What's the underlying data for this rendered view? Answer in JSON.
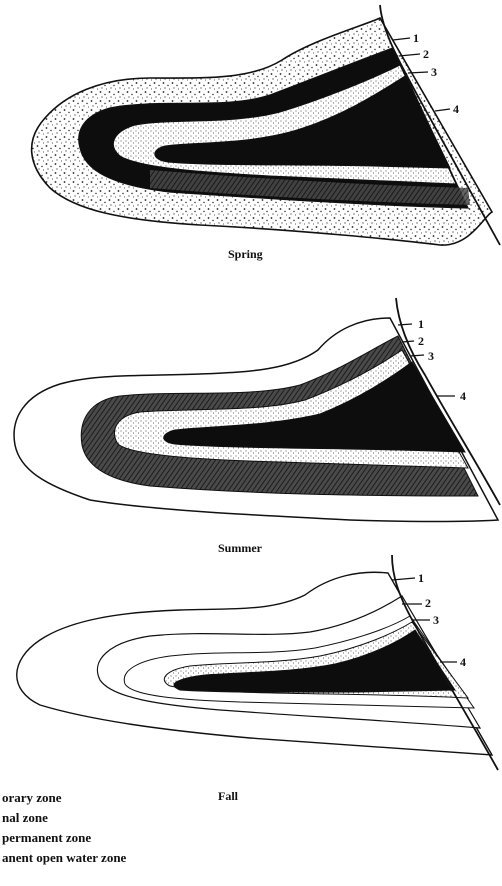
{
  "panels": [
    {
      "caption": "Spring",
      "zone_labels": [
        "1",
        "2",
        "3",
        "4"
      ]
    },
    {
      "caption": "Summer",
      "zone_labels": [
        "1",
        "2",
        "3",
        "4"
      ]
    },
    {
      "caption": "Fall",
      "zone_labels": [
        "1",
        "2",
        "3",
        "4"
      ]
    }
  ],
  "legend": [
    "orary zone",
    "nal zone",
    "permanent zone",
    "anent open water zone"
  ]
}
